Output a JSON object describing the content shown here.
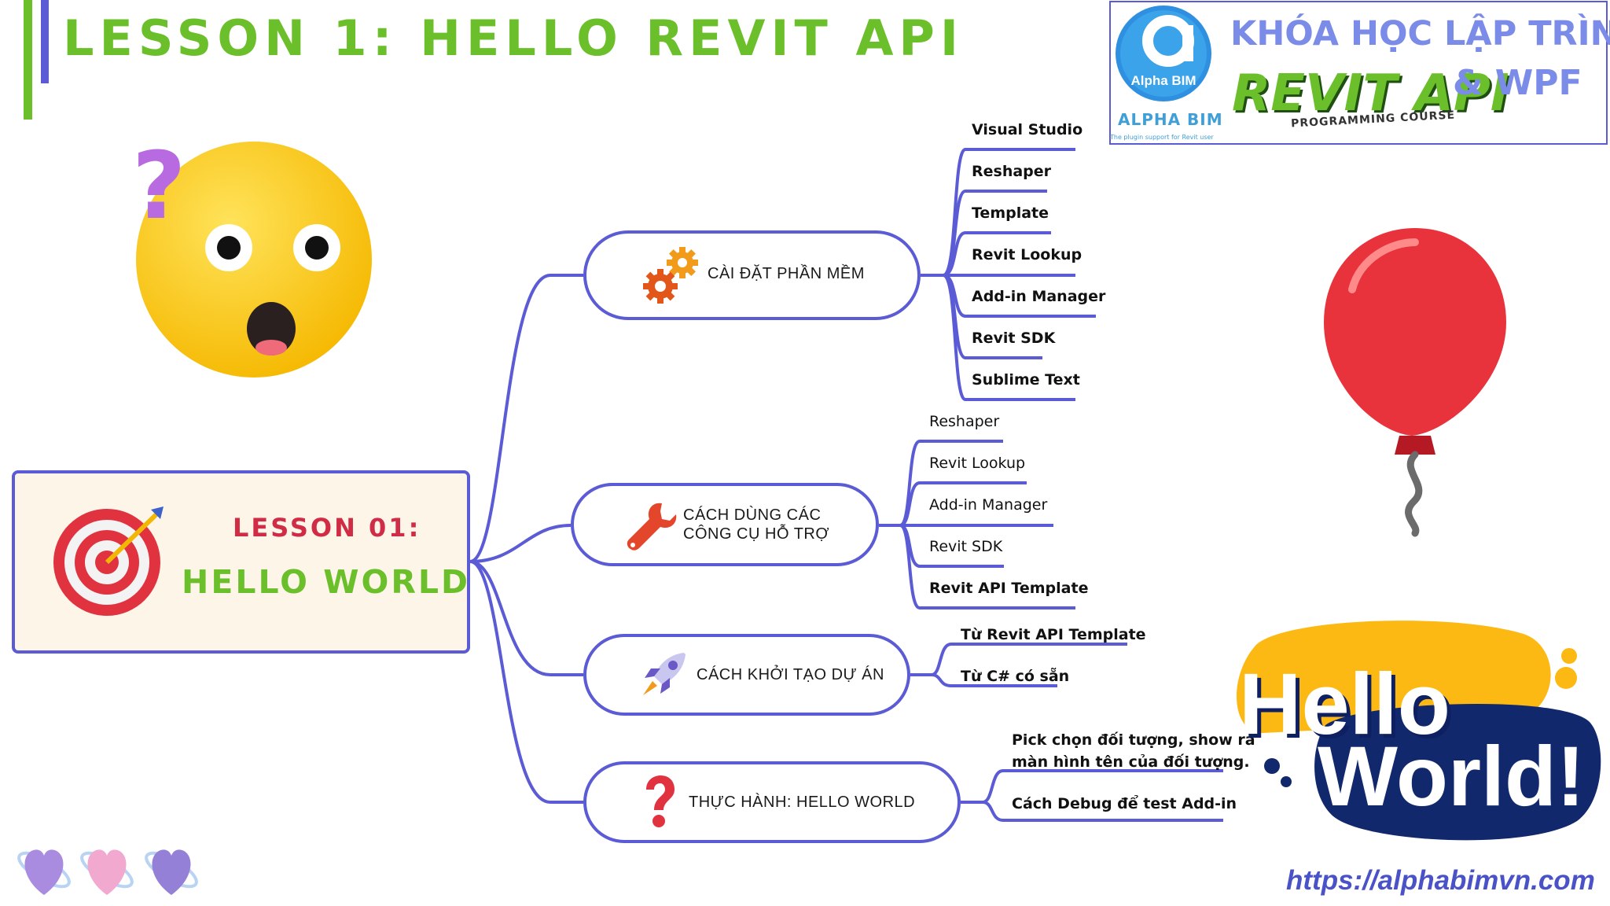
{
  "header": {
    "title": "LESSON 1: HELLO REVIT API"
  },
  "course_logo": {
    "brand_mark": "Alpha BIM",
    "brand_name": "ALPHA BIM",
    "brand_tagline": "The plugin support for Revit user",
    "line1": "KHÓA HỌC LẬP TRÌNH",
    "line2": "REVIT API",
    "line2b": "& WPF",
    "line3": "PROGRAMMING COURSE"
  },
  "central_node": {
    "lesson": "LESSON 01:",
    "title": "HELLO WORLD",
    "icon": "target-arrow-icon"
  },
  "branches": [
    {
      "label": "CÀI ĐẶT PHẦN MỀM",
      "icon": "gears-icon",
      "leaves": [
        "Visual Studio",
        "Reshaper",
        "Template",
        "Revit Lookup",
        "Add-in Manager",
        "Revit SDK",
        "Sublime Text"
      ]
    },
    {
      "label_line1": "CÁCH DÙNG CÁC",
      "label_line2": "CÔNG CỤ HỖ TRỢ",
      "icon": "wrench-icon",
      "leaves": [
        "Reshaper",
        "Revit Lookup",
        "Add-in Manager",
        "Revit SDK",
        "Revit API Template"
      ]
    },
    {
      "label": "CÁCH KHỞI TẠO DỰ ÁN",
      "icon": "rocket-icon",
      "leaves": [
        "Từ Revit API Template",
        "Từ C# có sẵn"
      ]
    },
    {
      "label": "THỰC HÀNH: HELLO WORLD",
      "icon": "question-mark-icon",
      "leaves_multiline": {
        "l1a": "Pick chọn đối tượng, show ra",
        "l1b": "màn hình tên của đối tượng.",
        "l2": "Cách Debug để test Add-in"
      }
    }
  ],
  "stickers": {
    "hello": "Hello",
    "world": "World!"
  },
  "footer": {
    "url": "https://alphabimvn.com"
  },
  "colors": {
    "accent_green": "#6abf2a",
    "accent_blue": "#5b5bd6",
    "accent_red": "#d12c45"
  }
}
